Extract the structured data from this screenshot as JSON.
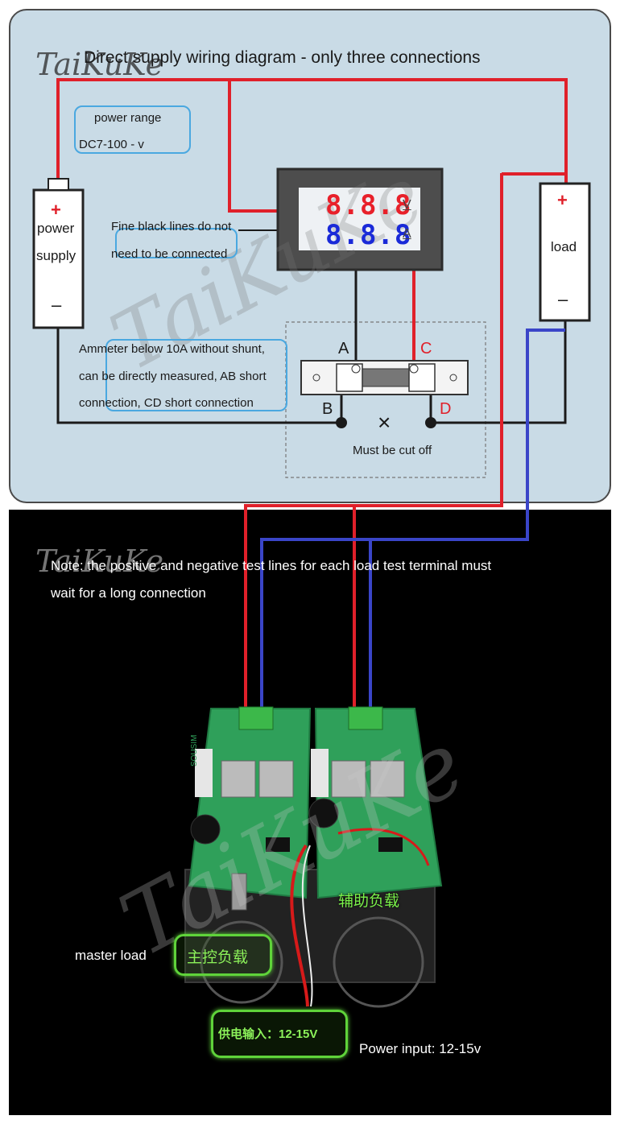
{
  "watermark": "TaiKuKe",
  "diagram": {
    "title": "Direct supply wiring diagram - only three connections",
    "power_range_label": "power range",
    "power_range_value": "DC7-100 - v",
    "power_supply_label_1": "power",
    "power_supply_label_2": "supply",
    "plus_sign": "+",
    "minus_sign": "–",
    "load_label": "load",
    "fine_lines_note_1": "Fine black lines do not",
    "fine_lines_note_2": "need to be connected",
    "meter": {
      "top_digits": "8.8.8",
      "bottom_digits": "8.8.8",
      "top_unit": "V",
      "bottom_unit": "A"
    },
    "ammeter_note_1": "Ammeter below 10A without shunt,",
    "ammeter_note_2": "can be directly measured, AB short",
    "ammeter_note_3": "connection, CD short connection",
    "terminal_a": "A",
    "terminal_b": "B",
    "terminal_c": "C",
    "terminal_d": "D",
    "cut_mark": "×",
    "cut_note": "Must be cut off"
  },
  "photo": {
    "note_1": "Note: the positive and negative test lines for each load test terminal must",
    "note_2": "wait for a long connection",
    "aux_load_cn": "辅助负载",
    "master_load_en": "master load",
    "master_load_cn": "主控负载",
    "power_input_cn": "供电输入：12-15V",
    "power_input_en": "Power input: 12-15v",
    "board_brand": "SOUSIM"
  },
  "colors": {
    "wire_red": "#e0202a",
    "wire_blue": "#3a45c8",
    "wire_black": "#1a1a1a",
    "meter_red": "#e8202a",
    "meter_blue": "#1a2ad8",
    "box_green": "#5fd33a",
    "bubble_blue": "#4aa8e0"
  }
}
